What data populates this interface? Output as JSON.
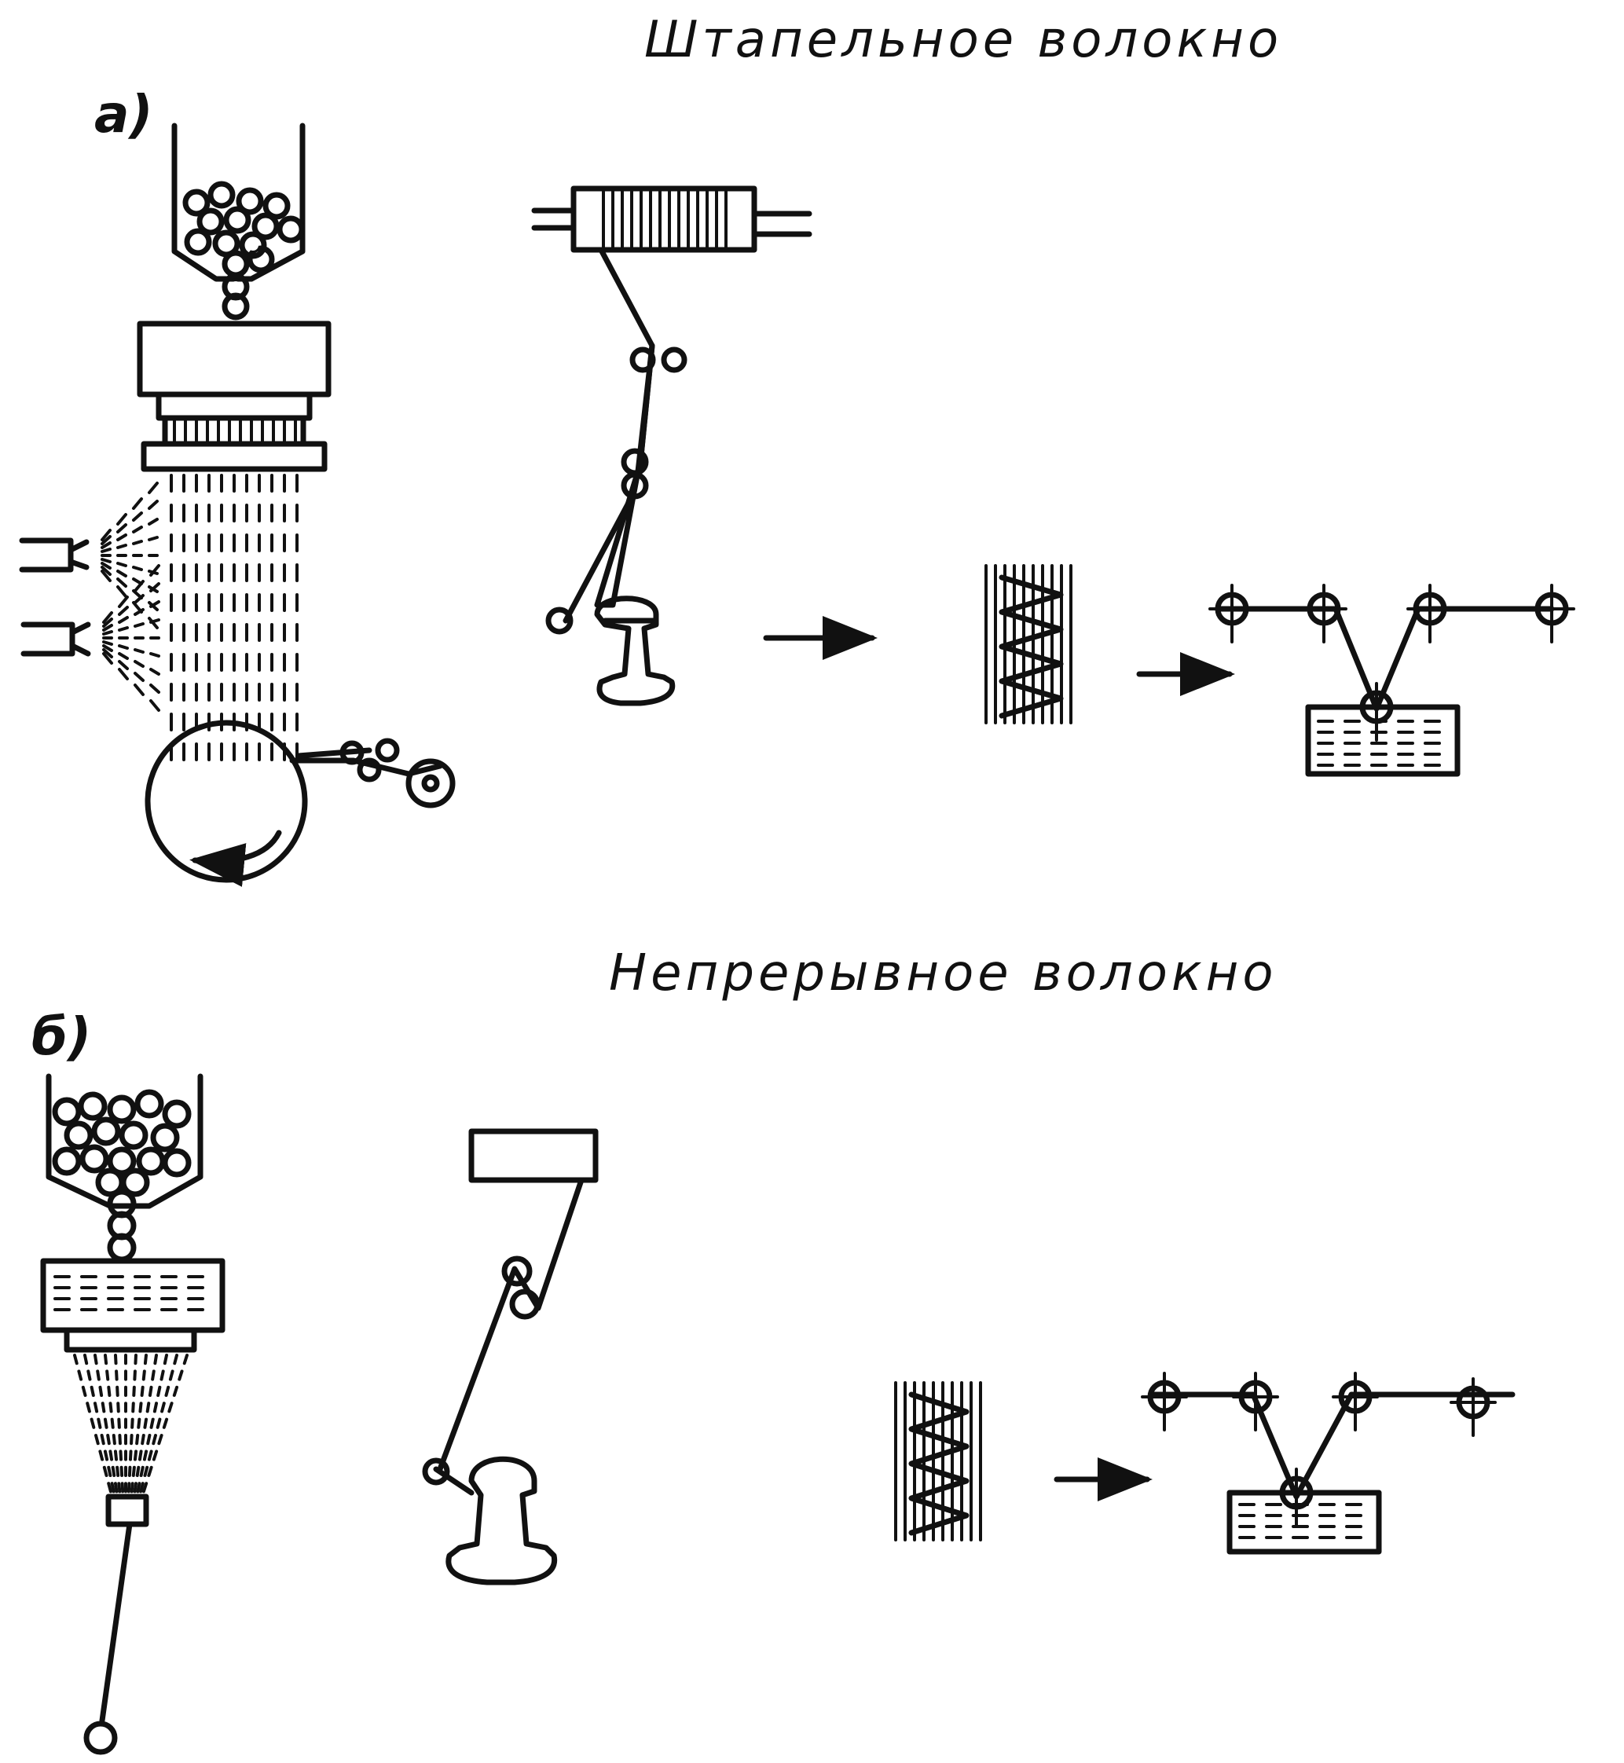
{
  "sections": {
    "staple": {
      "title": "Штапельное волокно",
      "label": "а)"
    },
    "continuous": {
      "title": "Непрерывное волокно",
      "label": "б)"
    }
  },
  "colors": {
    "ink": "#111111",
    "paper": "#ffffff"
  }
}
